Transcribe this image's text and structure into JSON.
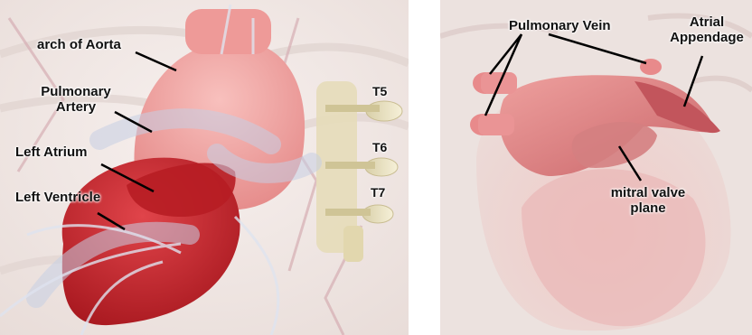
{
  "left_panel": {
    "labels": {
      "arch_of_aorta": "arch of Aorta",
      "pulmonary_artery_line1": "Pulmonary",
      "pulmonary_artery_line2": "Artery",
      "left_atrium": "Left Atrium",
      "left_ventricle": "Left Ventricle",
      "t5": "T5",
      "t6": "T6",
      "t7": "T7"
    }
  },
  "right_panel": {
    "labels": {
      "pulmonary_vein": "Pulmonary Vein",
      "atrial_appendage_line1": "Atrial",
      "atrial_appendage_line2": "Appendage",
      "mitral_valve_line1": "mitral valve",
      "mitral_valve_line2": "plane"
    }
  },
  "colors": {
    "background_tissue": "#efe3df",
    "aorta": "#f0a4a2",
    "ventricle": "#c8282e",
    "atrium": "#b71d24",
    "vertebra": "#ece4c4",
    "vessels": "#b9c4de"
  }
}
